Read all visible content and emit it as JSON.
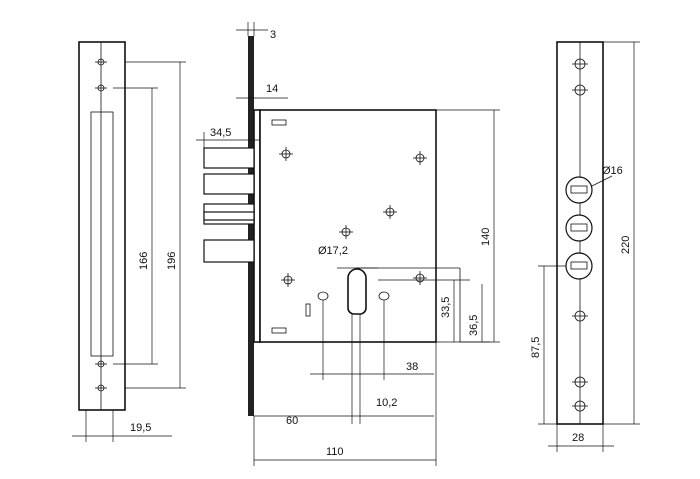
{
  "dimensions": {
    "faceplate_width": "19,5",
    "inner_length": "166",
    "plate_length": "196",
    "thickness": "3",
    "offset": "14",
    "bolt_throw": "34,5",
    "cylinder_diameter": "Ø17,2",
    "case_height": "140",
    "spindle_distance_a": "33,5",
    "spindle_distance_b": "36,5",
    "spacing_38": "38",
    "backset": "60",
    "spindle_offset": "10,2",
    "case_width": "110",
    "hole_diameter": "Ø16",
    "strike_length": "220",
    "strike_distance": "87,5",
    "strike_width": "28"
  }
}
